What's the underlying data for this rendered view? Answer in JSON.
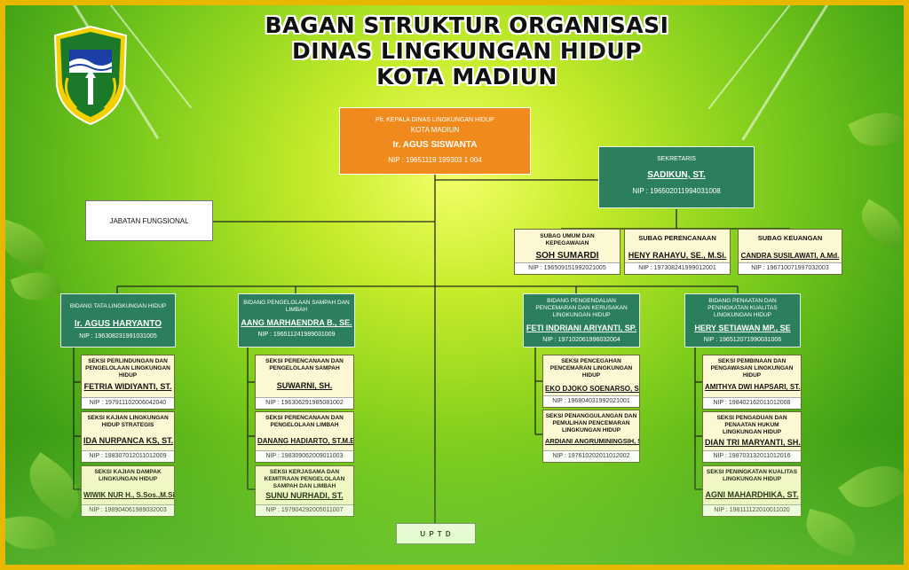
{
  "title": {
    "line1": "BAGAN STRUKTUR ORGANISASI",
    "line2": "DINAS LINGKUNGAN HIDUP",
    "line3": "KOTA MADIUN"
  },
  "head": {
    "title": "Plt. KEPALA DINAS LINGKUNGAN HIDUP",
    "city": "KOTA MADIUN",
    "name": "Ir. AGUS SISWANTA",
    "nip": "NIP : 19651119 199303 1 004"
  },
  "sekretaris": {
    "title": "SEKRETARIS",
    "name": "SADIKUN, ST.",
    "nip": "NIP : 196502011994031008"
  },
  "jabatan_fungsional": "JABATAN FUNGSIONAL",
  "subag": [
    {
      "title": "SUBAG UMUM DAN KEPEGAWAIAN",
      "name": "SOH SUMARDI",
      "nip": "NIP : 196509151992021005"
    },
    {
      "title": "SUBAG PERENCANAAN",
      "name": "HENY RAHAYU, SE., M.Si.",
      "nip": "NIP : 197308241999012001"
    },
    {
      "title": "SUBAG KEUANGAN",
      "name": "CANDRA SUSILAWATI, A.Md.",
      "nip": "NIP : 196710071997032003"
    }
  ],
  "bidang": [
    {
      "title": "BIDANG TATA LINGKUNGAN HIDUP",
      "name": "Ir. AGUS HARYANTO",
      "nip": "NIP : 196308231991031005",
      "seksi": [
        {
          "title": "SEKSI PERLINDUNGAN DAN PENGELOLAAN LINGKUNGAN HIDUP",
          "name": "FETRIA WIDIYANTI, ST.",
          "nip": "NIP : 197911102006042040"
        },
        {
          "title": "SEKSI KAJIAN LINGKUNGAN HIDUP STRATEGIS",
          "name": "IDA NURPANCA KS, ST.",
          "nip": "NIP : 198307012011012009"
        },
        {
          "title": "SEKSI KAJIAN DAMPAK LINGKUNGAN HIDUP",
          "name": "WIWIK NUR H., S.Sos.,M.Si",
          "nip": "NIP : 198904061989032003"
        }
      ]
    },
    {
      "title": "BIDANG PENGELOLAAN SAMPAH DAN LIMBAH",
      "name": "AANG MARHAENDRA B., SE.",
      "nip": "NIP : 196511241989031009",
      "seksi": [
        {
          "title": "SEKSI PERENCANAAN DAN PENGELOLAAN SAMPAH",
          "name": "SUWARNI, SH.",
          "nip": "NIP : 196306291985081002"
        },
        {
          "title": "SEKSI PERENCANAAN DAN PENGELOLAAN LIMBAH",
          "name": "DANANG HADIARTO, ST.M.Eng",
          "nip": "NIP : 198309062009011003"
        },
        {
          "title": "SEKSI KERJASAMA DAN KEMITRAAN PENGELOLAAN SAMPAH DAN LIMBAH",
          "name": "SUNU NURHADI, ST.",
          "nip": "NIP : 197904292005011007"
        }
      ]
    },
    {
      "title": "BIDANG PENGENDALIAN PENCEMARAN DAN KERUSAKAN LINGKUNGAN HIDUP",
      "name": "FETI INDRIANI ARIYANTI, SP.",
      "nip": "NIP : 197102061996032004",
      "seksi": [
        {
          "title": "SEKSI PENCEGAHAN PENCEMARAN LINGKUNGAN HIDUP",
          "name": "EKO DJOKO SOENARSO, S.AP.",
          "nip": "NIP : 196804031992021001"
        },
        {
          "title": "SEKSI PENANGGULANGAN DAN PEMULIHAN PENCEMARAN LINGKUNGAN HIDUP",
          "name": "ARDIANI ANGRUMININGSIH, ST.",
          "nip": "NIP : 197610202011012002"
        }
      ]
    },
    {
      "title": "BIDANG PENAATAN DAN PENINGKATAN KUALITAS LINGKUNGAN HIDUP",
      "name": "HERY SETIAWAN MP., SE",
      "nip": "NIP : 196512071990031006",
      "seksi": [
        {
          "title": "SEKSI PEMBINAAN DAN PENGAWASAN LINGKUNGAN HIDUP",
          "name": "AMITHYA DWI HAPSARI, ST.",
          "nip": "NIP : 198402162011012008"
        },
        {
          "title": "SEKSI PENGADUAN DAN PENAATAN HUKUM LINGKUNGAN HIDUP",
          "name": "DIAN TRI MARYANTI, SH.",
          "nip": "NIP : 198703132011012016"
        },
        {
          "title": "SEKSI PENINGKATAN KUALITAS LINGKUNGAN HIDUP",
          "name": "AGNI MAHARDHIKA, ST.",
          "nip": "NIP : 198111122010011020"
        }
      ]
    }
  ],
  "uptd": "U P T D",
  "colors": {
    "head_box": "#f08a1c",
    "unit_box": "#2c7f5c",
    "section_box": "#fdf8d4",
    "frame": "#e8b800"
  },
  "icons": [
    "city-coat-of-arms-logo"
  ]
}
